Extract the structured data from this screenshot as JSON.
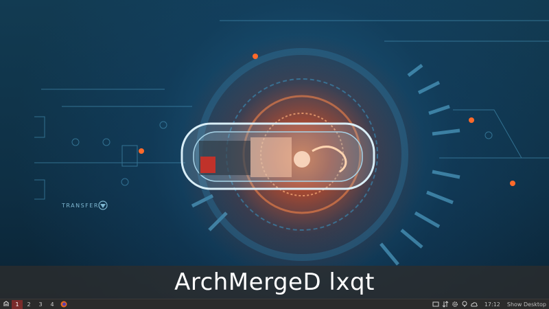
{
  "banner": {
    "title": "ArchMergeD lxqt"
  },
  "wallpaper": {
    "hud_label": "TRANSFER",
    "accent": "#ff6a2a",
    "base": "#0e2f44"
  },
  "taskbar": {
    "menu_icon": "menu-icon",
    "desktops": [
      {
        "label": "1",
        "active": true
      },
      {
        "label": "2",
        "active": false
      },
      {
        "label": "3",
        "active": false
      },
      {
        "label": "4",
        "active": false
      }
    ],
    "launcher_icon": "firefox-icon",
    "tray_icons": [
      "screen-icon",
      "network-icon",
      "settings-icon",
      "bulb-icon",
      "cloud-icon"
    ],
    "clock": "17:12",
    "show_desktop": "Show Desktop"
  }
}
